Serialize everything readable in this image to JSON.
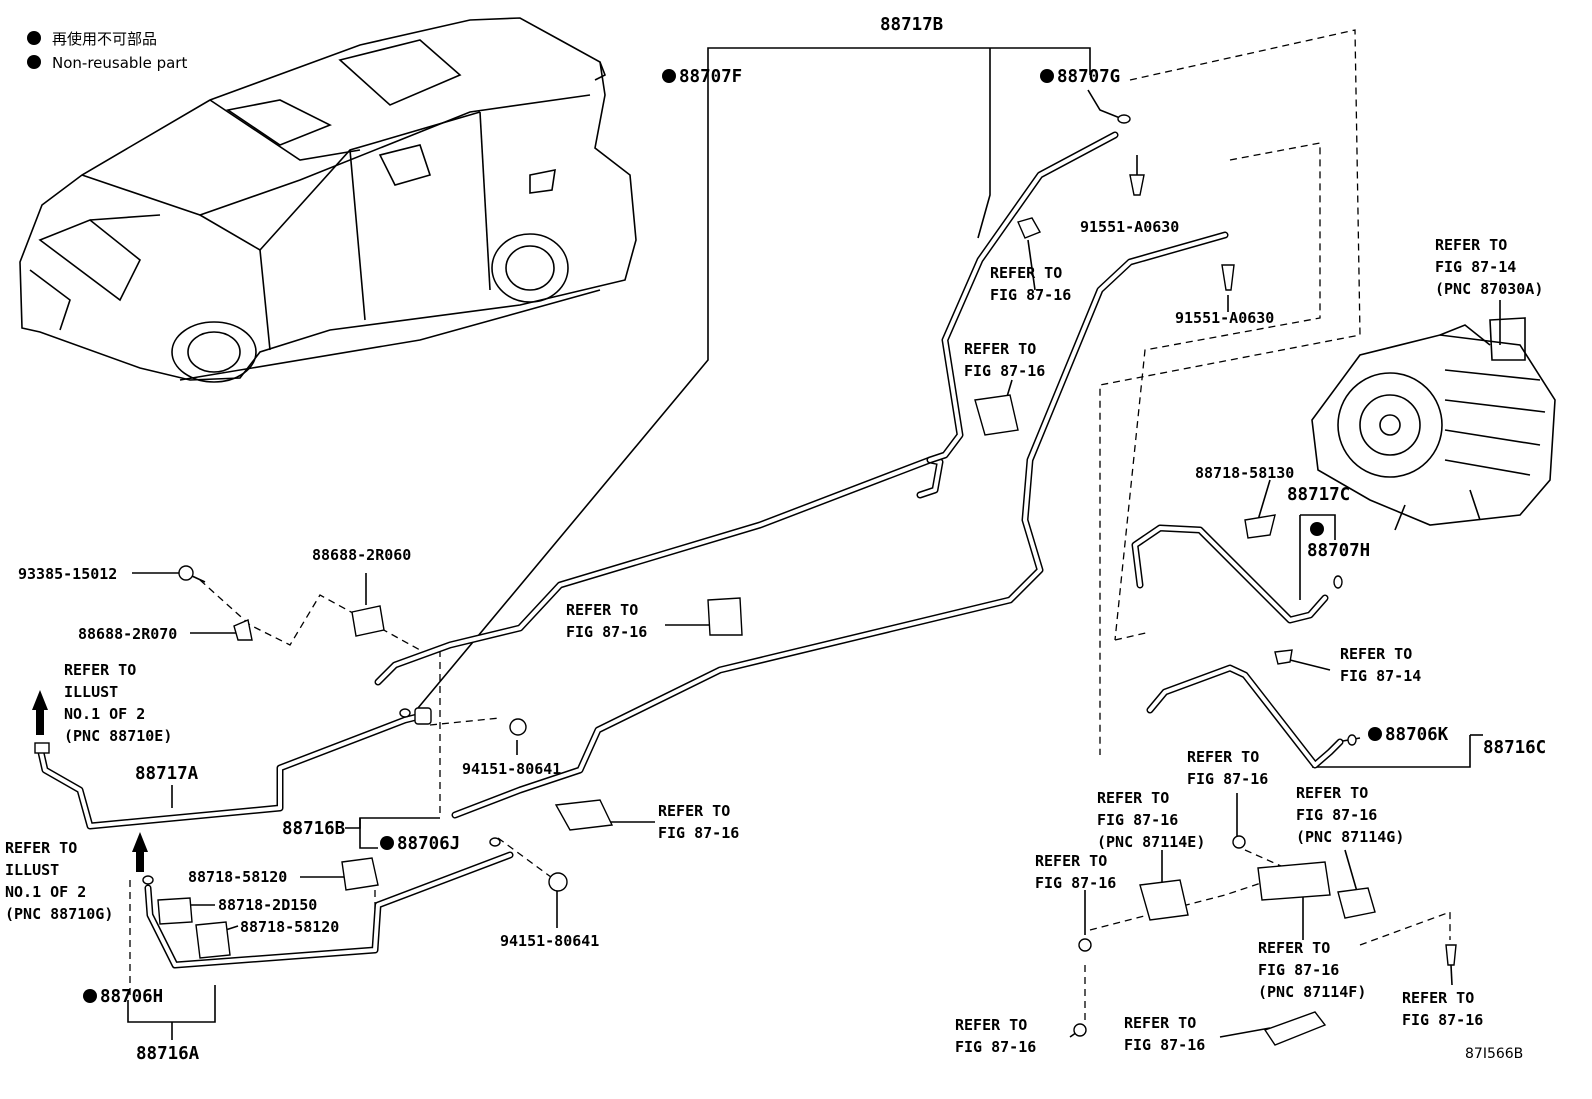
{
  "legend": [
    {
      "marker": "filled-circle",
      "text": "再使用不可部品"
    },
    {
      "marker": "filled-circle",
      "text": "Non-reusable part"
    }
  ],
  "labels": {
    "p88717B": "88717B",
    "p88707F": "88707F",
    "p88707G": "88707G",
    "p91551_a": "91551-A0630",
    "p91551_b": "91551-A0630",
    "ref_top1": [
      "REFER TO",
      "FIG 87-16"
    ],
    "ref_top2": [
      "REFER TO",
      "FIG 87-16"
    ],
    "ref_unit": [
      "REFER TO",
      "FIG 87-14",
      "(PNC 87030A)"
    ],
    "p88718_58130": "88718-58130",
    "p88717C": "88717C",
    "p88707H": "88707H",
    "ref_87_14": [
      "REFER TO",
      "FIG 87-14"
    ],
    "p88706K": "88706K",
    "p88716C": "88716C",
    "p93385": "93385-15012",
    "p88688_2R060": "88688-2R060",
    "p88688_2R070": "88688-2R070",
    "ref_mid1": [
      "REFER TO",
      "FIG 87-16"
    ],
    "ref_illust1": [
      "REFER TO",
      "ILLUST",
      "NO.1 OF 2",
      "(PNC 88710E)"
    ],
    "p88717A": "88717A",
    "p94151_a": "94151-80641",
    "ref_mid2": [
      "REFER TO",
      "FIG 87-16"
    ],
    "p88716B": "88716B",
    "p88706J": "88706J",
    "ref_illust2": [
      "REFER TO",
      "ILLUST",
      "NO.1 OF 2",
      "(PNC 88710G)"
    ],
    "p88718_58120a": "88718-58120",
    "p88718_2D150": "88718-2D150",
    "p88718_58120b": "88718-58120",
    "p94151_b": "94151-80641",
    "p88706H": "88706H",
    "p88716A": "88716A",
    "ref_br1": [
      "REFER TO",
      "FIG 87-16"
    ],
    "ref_br2": [
      "REFER TO",
      "FIG 87-16",
      "(PNC 87114E)"
    ],
    "ref_br3": [
      "REFER TO",
      "FIG 87-16",
      "(PNC 87114G)"
    ],
    "ref_br4": [
      "REFER TO",
      "FIG 87-16"
    ],
    "ref_br5": [
      "REFER TO",
      "FIG 87-16",
      "(PNC 87114F)"
    ],
    "ref_br6": [
      "REFER TO",
      "FIG 87-16"
    ],
    "ref_br7": [
      "REFER TO",
      "FIG 87-16"
    ],
    "ref_br8": [
      "REFER TO",
      "FIG 87-16"
    ]
  },
  "figure_id": "87I566B"
}
